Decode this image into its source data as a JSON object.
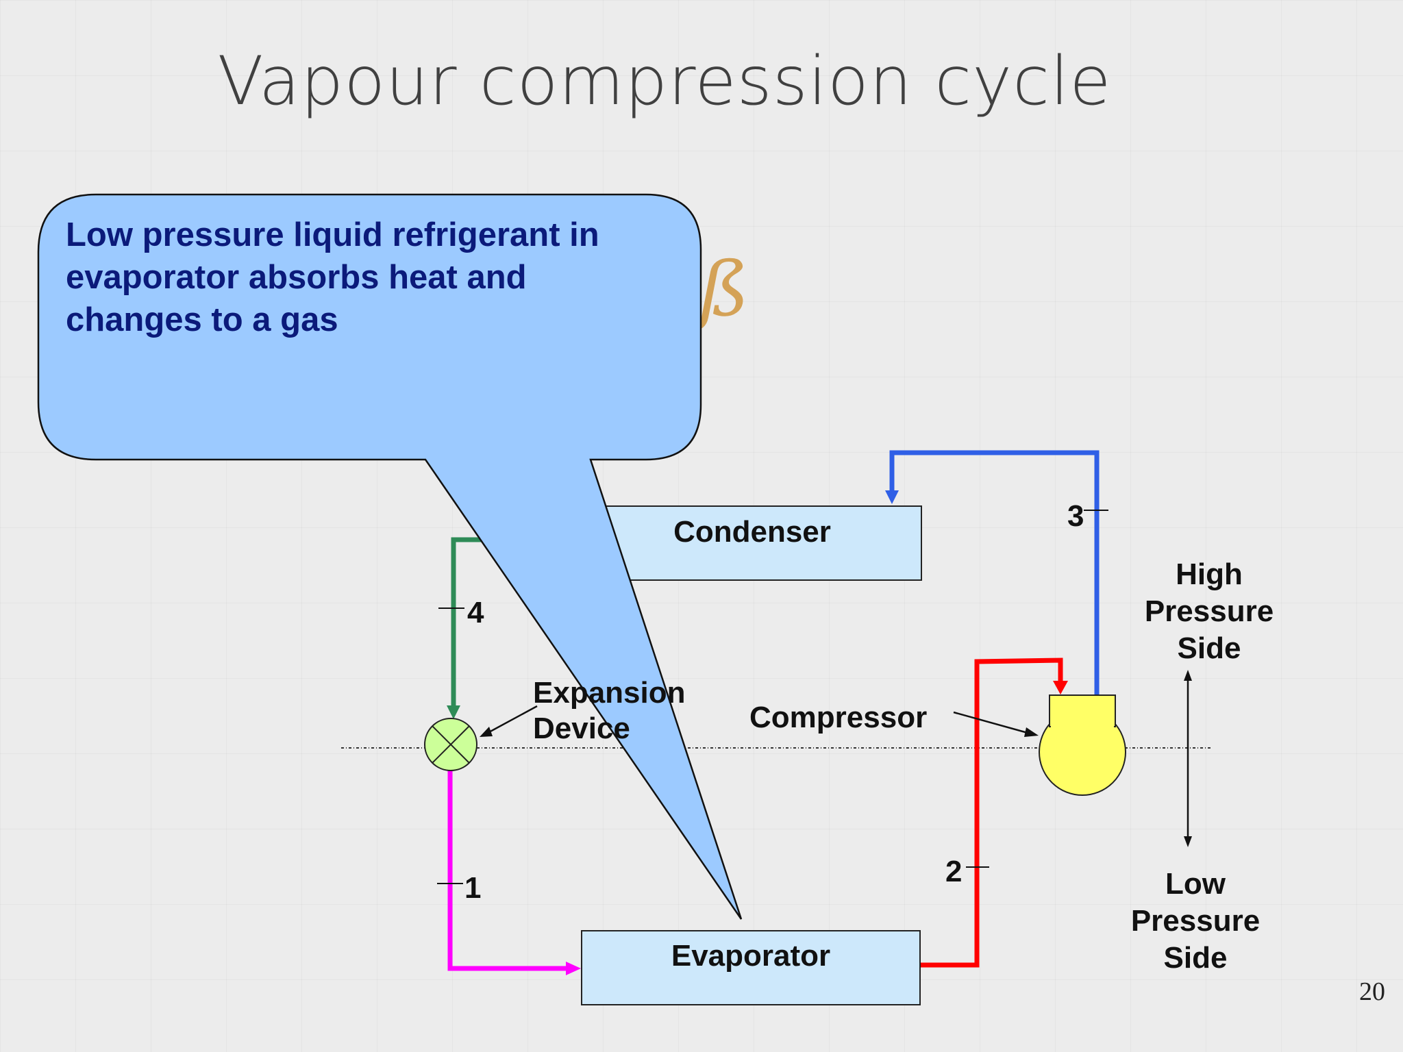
{
  "slide": {
    "title": "Vapour compression cycle",
    "page_number": "20"
  },
  "callout": {
    "text": "Low pressure liquid refrigerant in evaporator absorbs heat and changes to a gas"
  },
  "components": {
    "condenser": "Condenser",
    "evaporator": "Evaporator",
    "compressor": "Compressor",
    "expansion_line1": "Expansion",
    "expansion_line2": "Device"
  },
  "points": {
    "p1": "1",
    "p2": "2",
    "p3": "3",
    "p4": "4"
  },
  "sides": {
    "high": "High Pressure Side",
    "low": "Low Pressure Side"
  },
  "colors": {
    "line_1": "#ff00ff",
    "line_2": "#ff0000",
    "line_3": "#2f5fe6",
    "line_4": "#2e8b57",
    "box_fill": "#cde8fb",
    "callout_fill": "#9ccaff",
    "compressor_fill": "#ffff66",
    "valve_fill": "#ccff99",
    "callout_text": "#0b1a7a"
  }
}
